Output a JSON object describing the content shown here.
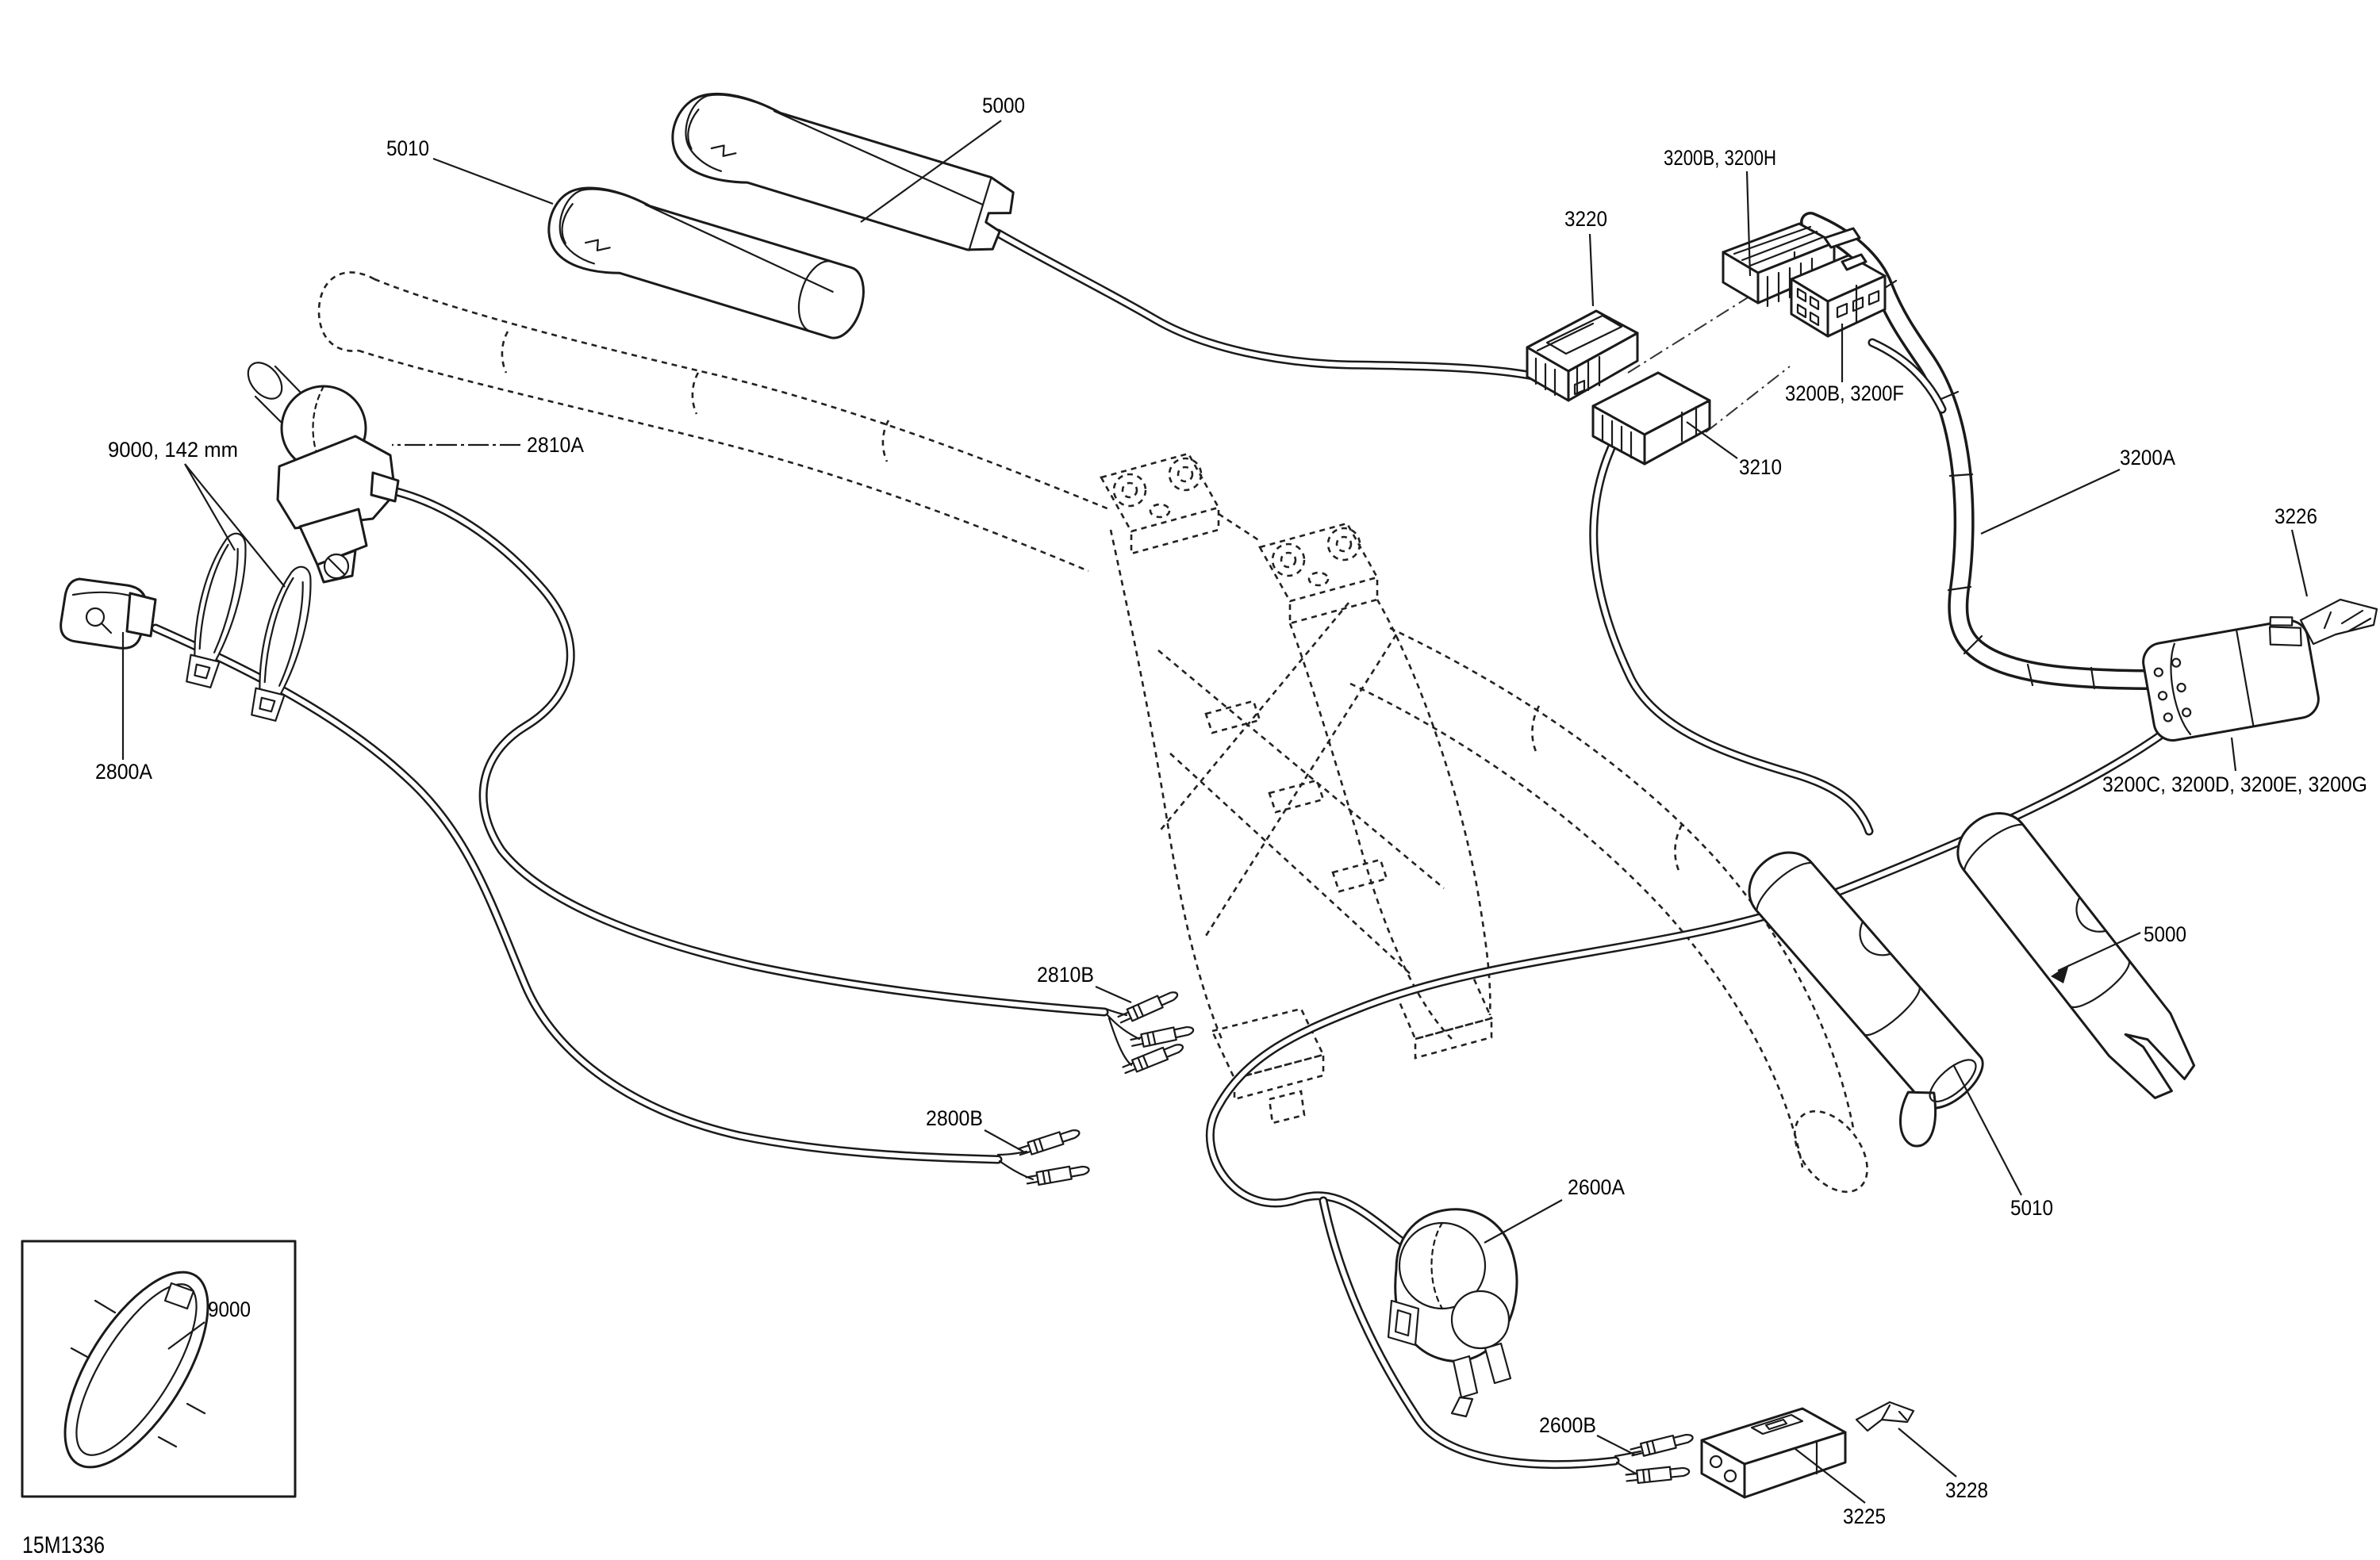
{
  "document": {
    "type": "exploded-parts-diagram",
    "subject": "steering wiring harness",
    "background_color": "#ffffff",
    "line_color": "#1a1a1a",
    "drawing_number": "15M1336"
  },
  "labels": [
    {
      "id": "5010-top",
      "text": "5010"
    },
    {
      "id": "5000-top",
      "text": "5000"
    },
    {
      "id": "3200b-3200h",
      "text": "3200B, 3200H"
    },
    {
      "id": "3220",
      "text": "3220"
    },
    {
      "id": "3200b-3200f",
      "text": "3200B, 3200F"
    },
    {
      "id": "3210",
      "text": "3210"
    },
    {
      "id": "3200a",
      "text": "3200A"
    },
    {
      "id": "3226",
      "text": "3226"
    },
    {
      "id": "9000-142mm",
      "text": "9000, 142 mm"
    },
    {
      "id": "2810a",
      "text": "2810A"
    },
    {
      "id": "2800a",
      "text": "2800A"
    },
    {
      "id": "3200cdeg",
      "text": "3200C, 3200D, 3200E, 3200G"
    },
    {
      "id": "5000-right",
      "text": "5000"
    },
    {
      "id": "2810b",
      "text": "2810B"
    },
    {
      "id": "2800b",
      "text": "2800B"
    },
    {
      "id": "2600a",
      "text": "2600A"
    },
    {
      "id": "5010-right",
      "text": "5010"
    },
    {
      "id": "9000-inset",
      "text": "9000"
    },
    {
      "id": "2600b",
      "text": "2600B"
    },
    {
      "id": "3228",
      "text": "3228"
    },
    {
      "id": "3225",
      "text": "3225"
    },
    {
      "id": "drawing-number",
      "text": "15M1336"
    }
  ]
}
